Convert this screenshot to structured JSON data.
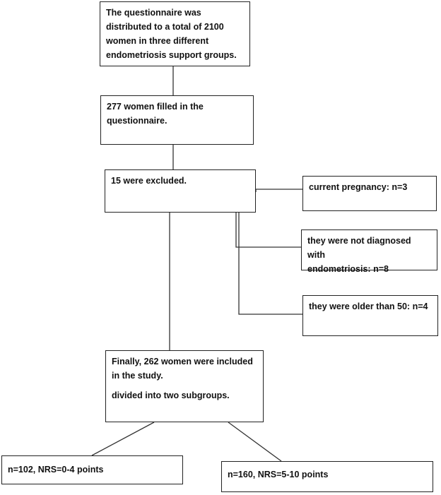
{
  "flowchart": {
    "distribution": {
      "lines": [
        "The questionnaire was",
        "distributed to a total of 2100",
        "women in three different",
        "endometriosis support groups."
      ]
    },
    "respondents": {
      "lines": [
        "277 women filled in the",
        "questionnaire."
      ]
    },
    "excluded": {
      "text": "15 were excluded."
    },
    "exclusion_reasons": [
      {
        "lines": [
          "current pregnancy: n=3"
        ]
      },
      {
        "lines": [
          "they were not diagnosed with",
          "endometriosis: n=8"
        ]
      },
      {
        "lines": [
          "they were older than 50: n=4"
        ]
      }
    ],
    "included": {
      "lines": [
        "Finally, 262 women were included",
        "in the study."
      ],
      "subtext": "divided into two subgroups."
    },
    "subgroups": [
      {
        "text": "n=102, NRS=0-4 points"
      },
      {
        "text": "n=160, NRS=5-10 points"
      }
    ]
  }
}
